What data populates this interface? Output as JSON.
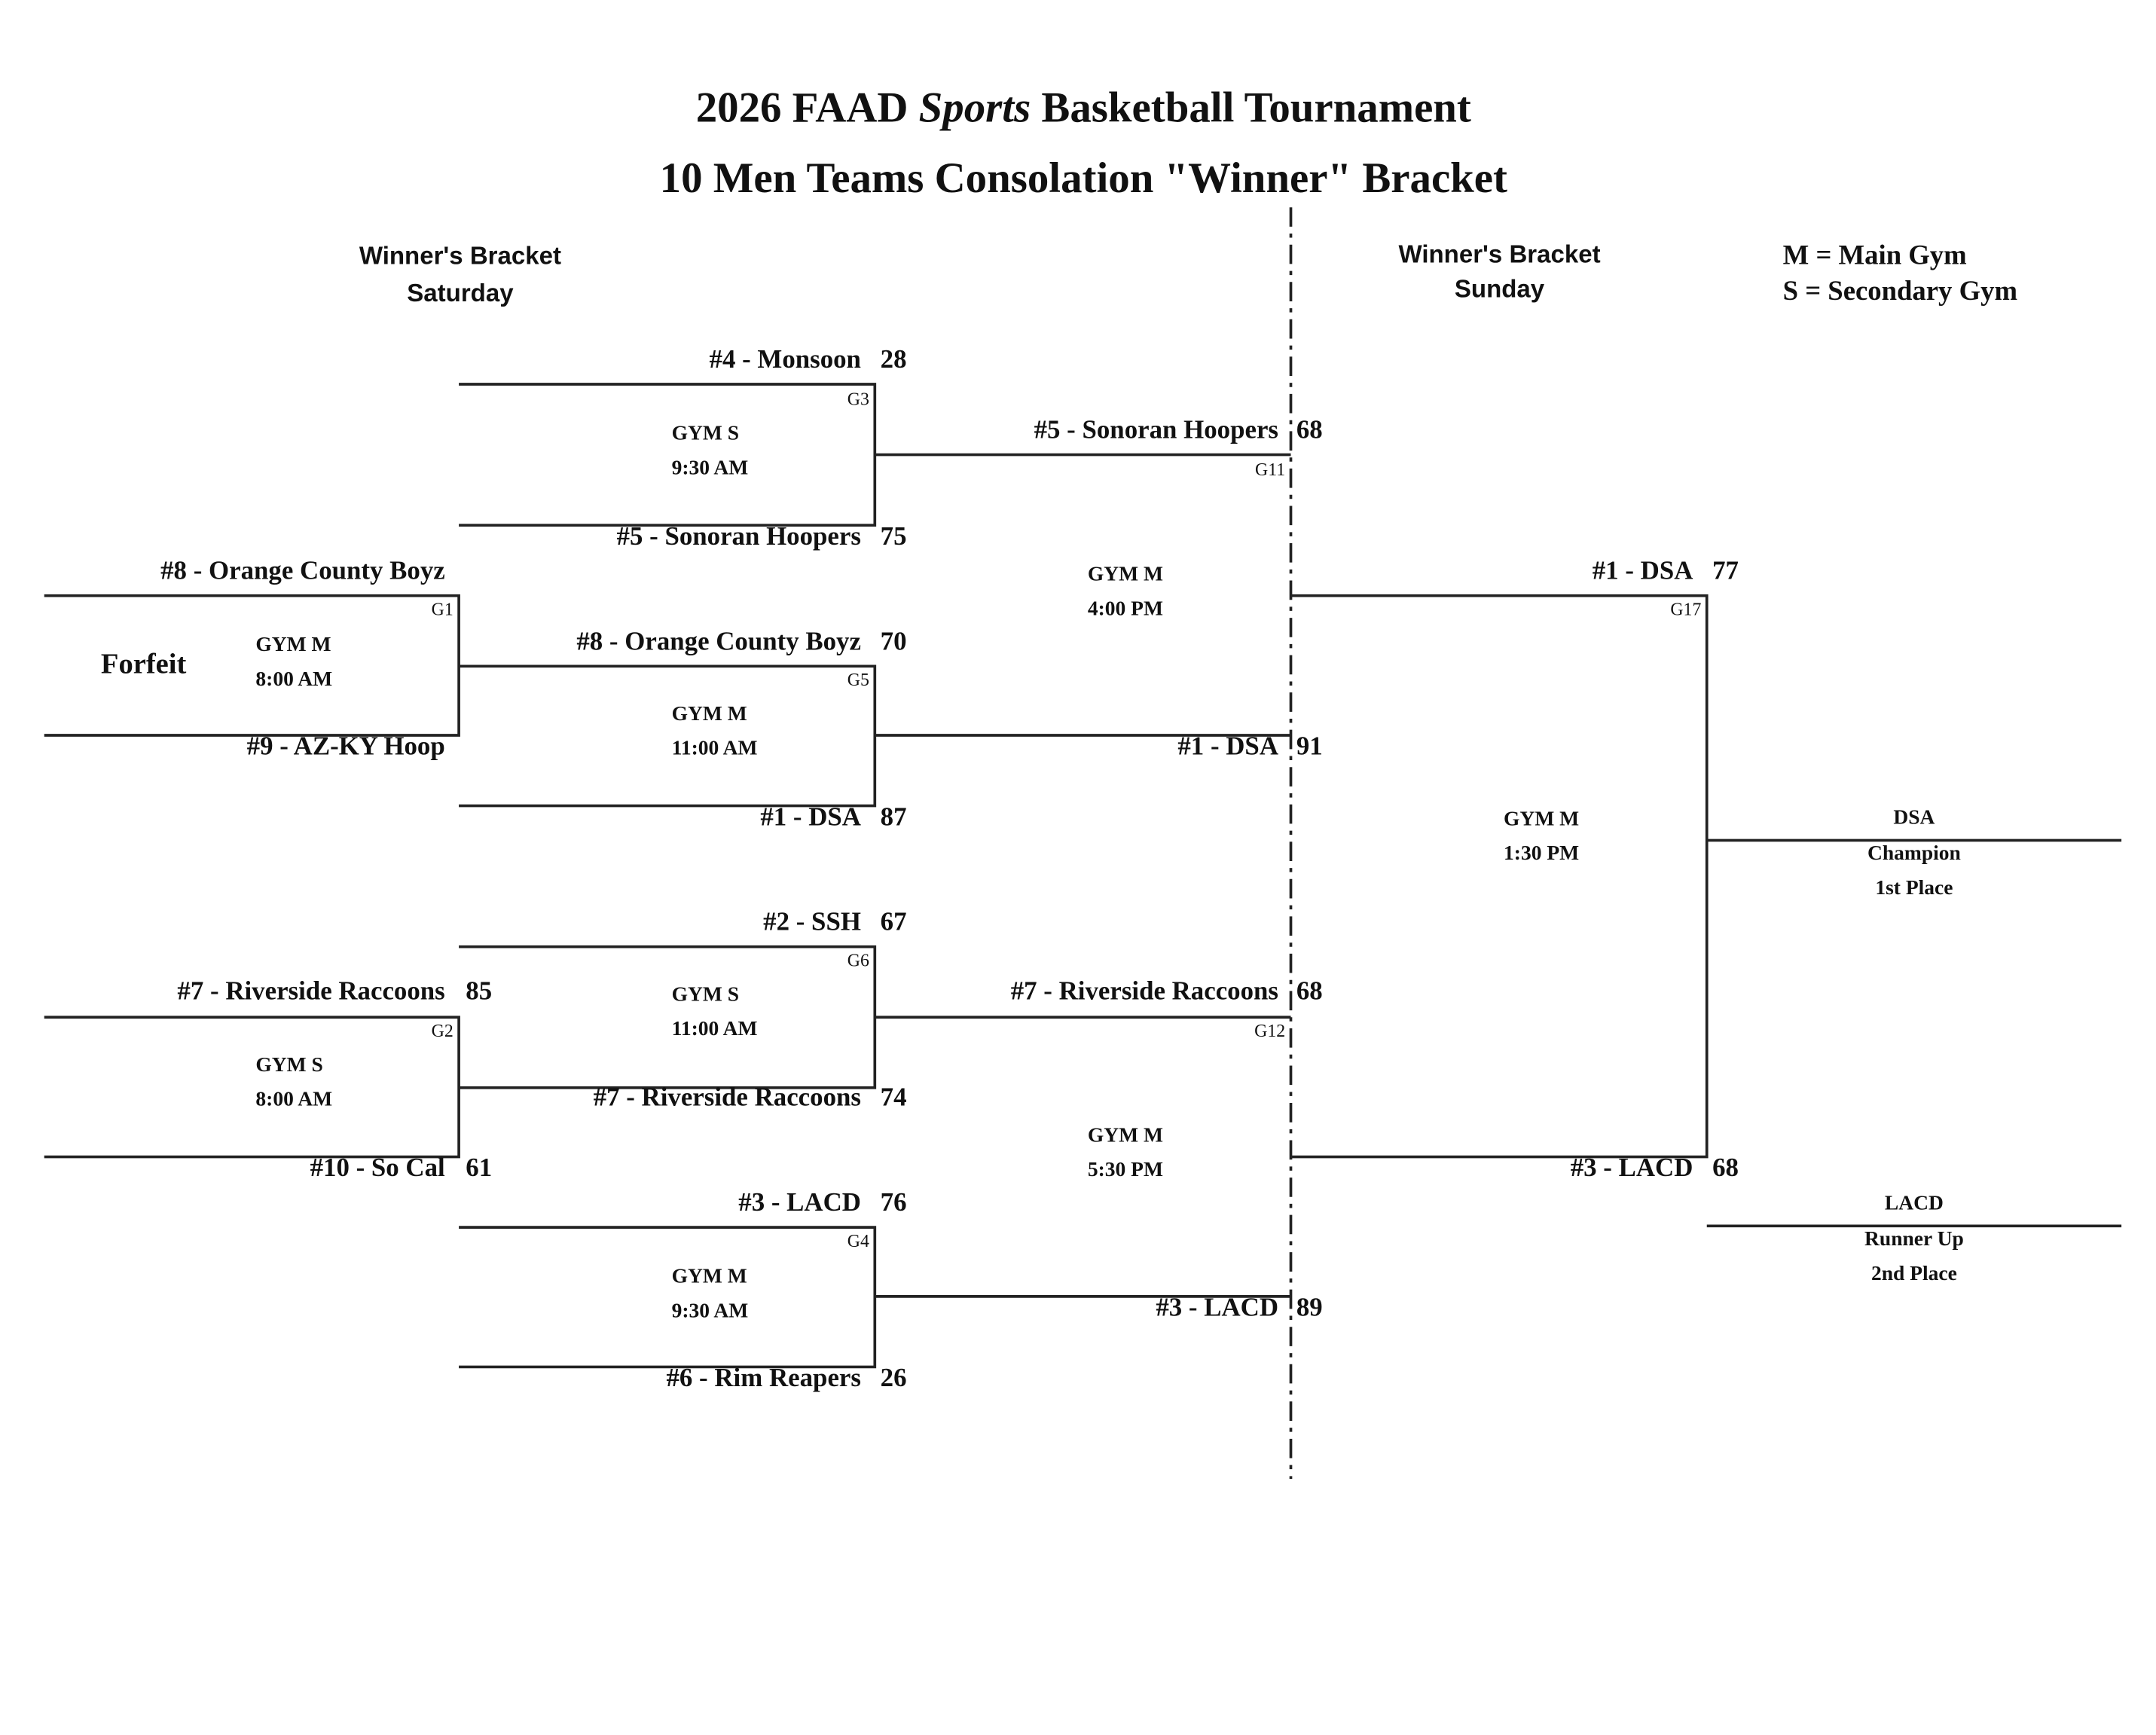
{
  "title": {
    "line1_a": "2026 FAAD ",
    "line1_b": "Sports",
    "line1_c": "  Basketball Tournament",
    "line2": "10 Men Teams Consolation \"Winner\" Bracket"
  },
  "headers": {
    "saturday": {
      "line1": "Winner's Bracket",
      "line2": "Saturday"
    },
    "sunday": {
      "line1": "Winner's Bracket",
      "line2": "Sunday"
    }
  },
  "legend": {
    "main": "M = Main Gym",
    "secondary": "S = Secondary Gym"
  },
  "round1": [
    {
      "team": "#8 - Orange County Boyz",
      "score": ""
    },
    {
      "team": "#9 - AZ-KY Hoop",
      "score": ""
    },
    {
      "team": "#7 - Riverside Raccoons",
      "score": "85"
    },
    {
      "team": "#10 - So Cal",
      "score": "61"
    }
  ],
  "round2": [
    {
      "team": "#4 - Monsoon",
      "score": "28"
    },
    {
      "team": "#5 - Sonoran Hoopers",
      "score": "75"
    },
    {
      "team": "#8 - Orange County Boyz",
      "score": "70"
    },
    {
      "team": "#1 - DSA",
      "score": "87"
    },
    {
      "team": "#2 - SSH",
      "score": "67"
    },
    {
      "team": "#7 - Riverside Raccoons",
      "score": "74"
    },
    {
      "team": "#3 - LACD",
      "score": "76"
    },
    {
      "team": "#6 - Rim Reapers",
      "score": "26"
    }
  ],
  "round3": [
    {
      "team": "#5 - Sonoran Hoopers",
      "score": "68"
    },
    {
      "team": "#1 - DSA",
      "score": "91"
    },
    {
      "team": "#7 - Riverside Raccoons",
      "score": "68"
    },
    {
      "team": "#3 - LACD",
      "score": "89"
    }
  ],
  "round4": [
    {
      "team": "#1 - DSA",
      "score": "77"
    },
    {
      "team": "#3 - LACD",
      "score": "68"
    }
  ],
  "games": {
    "G1": {
      "id": "G1",
      "gym": "GYM M",
      "time": "8:00 AM",
      "note": "Forfeit"
    },
    "G2": {
      "id": "G2",
      "gym": "GYM S",
      "time": "8:00 AM"
    },
    "G3": {
      "id": "G3",
      "gym": "GYM S",
      "time": "9:30 AM"
    },
    "G5": {
      "id": "G5",
      "gym": "GYM M",
      "time": "11:00 AM"
    },
    "G6": {
      "id": "G6",
      "gym": "GYM S",
      "time": "11:00 AM"
    },
    "G4": {
      "id": "G4",
      "gym": "GYM M",
      "time": "9:30 AM"
    },
    "G11": {
      "id": "G11",
      "gym": "GYM M",
      "time": "4:00 PM"
    },
    "G12": {
      "id": "G12",
      "gym": "GYM M",
      "time": "5:30 PM"
    },
    "G17": {
      "id": "G17",
      "gym": "GYM M",
      "time": "1:30 PM"
    }
  },
  "champion": {
    "team": "DSA",
    "label": "Champion",
    "place": "1st Place"
  },
  "runner_up": {
    "team": "LACD",
    "label": "Runner Up",
    "place": "2nd Place"
  }
}
